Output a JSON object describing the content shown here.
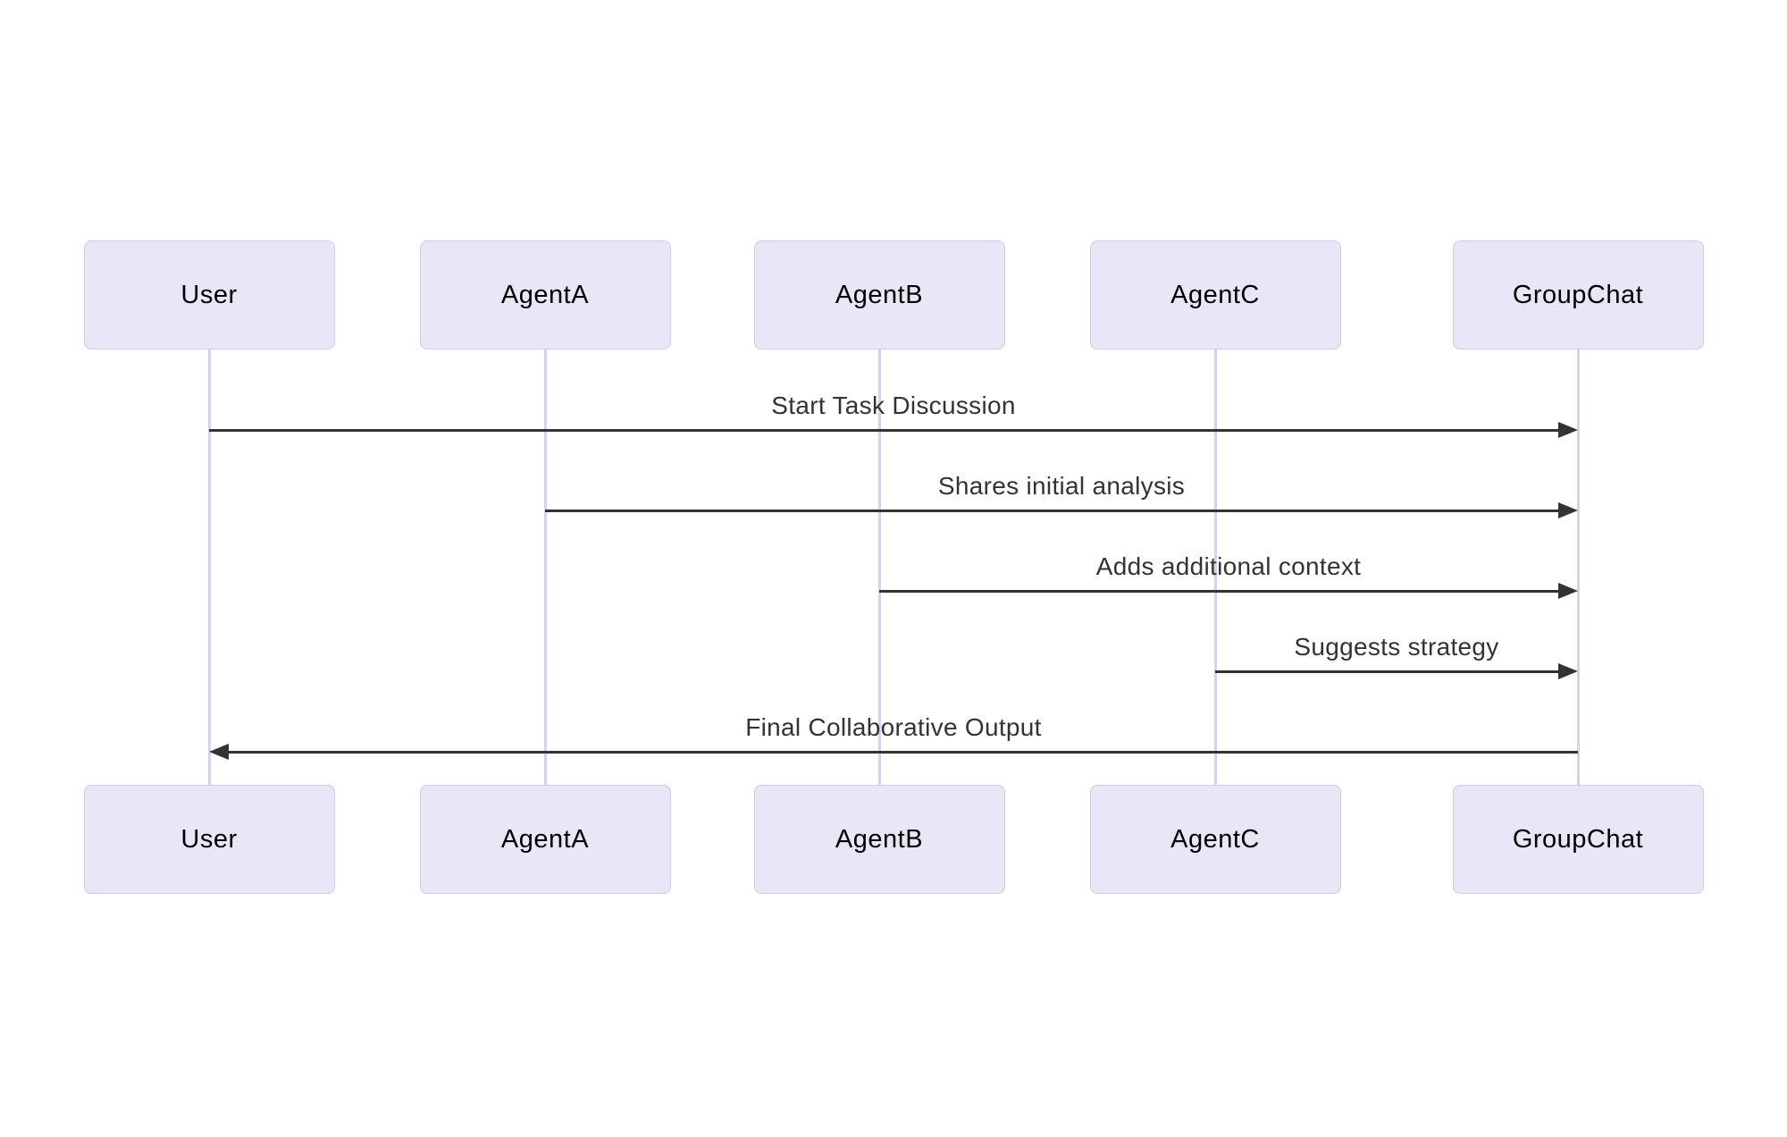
{
  "diagram": {
    "kind": "sequence-diagram",
    "participants": [
      {
        "id": "user",
        "label": "User"
      },
      {
        "id": "agent-a",
        "label": "AgentA"
      },
      {
        "id": "agent-b",
        "label": "AgentB"
      },
      {
        "id": "agent-c",
        "label": "AgentC"
      },
      {
        "id": "group-chat",
        "label": "GroupChat"
      }
    ],
    "messages": [
      {
        "from": "User",
        "to": "GroupChat",
        "label": "Start Task Discussion",
        "line": "solid",
        "arrowhead": "filled"
      },
      {
        "from": "AgentA",
        "to": "GroupChat",
        "label": "Shares initial analysis",
        "line": "solid",
        "arrowhead": "filled"
      },
      {
        "from": "AgentB",
        "to": "GroupChat",
        "label": "Adds additional context",
        "line": "solid",
        "arrowhead": "filled"
      },
      {
        "from": "AgentC",
        "to": "GroupChat",
        "label": "Suggests strategy",
        "line": "solid",
        "arrowhead": "filled"
      },
      {
        "from": "GroupChat",
        "to": "User",
        "label": "Final Collaborative Output",
        "line": "solid",
        "arrowhead": "filled"
      }
    ],
    "colors": {
      "background": "#FFFFFF",
      "actor_fill": "#E8E6F7",
      "actor_border": "#D3C9EA",
      "lifeline": "#D9D0F0",
      "arrow": "#333333",
      "message_text": "#333333",
      "actor_text": "#000000"
    }
  }
}
